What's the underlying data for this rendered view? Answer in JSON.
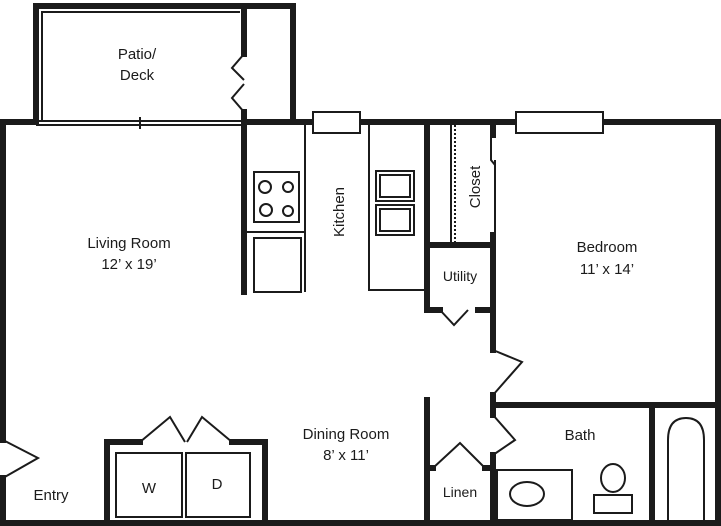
{
  "rooms": {
    "patio": {
      "name_line1": "Patio/",
      "name_line2": "Deck"
    },
    "living": {
      "name": "Living Room",
      "size": "12’ x 19’"
    },
    "kitchen": {
      "name": "Kitchen"
    },
    "closet": {
      "name": "Closet"
    },
    "utility": {
      "name": "Utility"
    },
    "bedroom": {
      "name": "Bedroom",
      "size": "11’ x 14’"
    },
    "dining": {
      "name": "Dining Room",
      "size": "8’ x 11’"
    },
    "bath": {
      "name": "Bath"
    },
    "linen": {
      "name": "Linen"
    },
    "entry": {
      "name": "Entry"
    }
  },
  "appliances": {
    "washer": "W",
    "dryer": "D"
  }
}
